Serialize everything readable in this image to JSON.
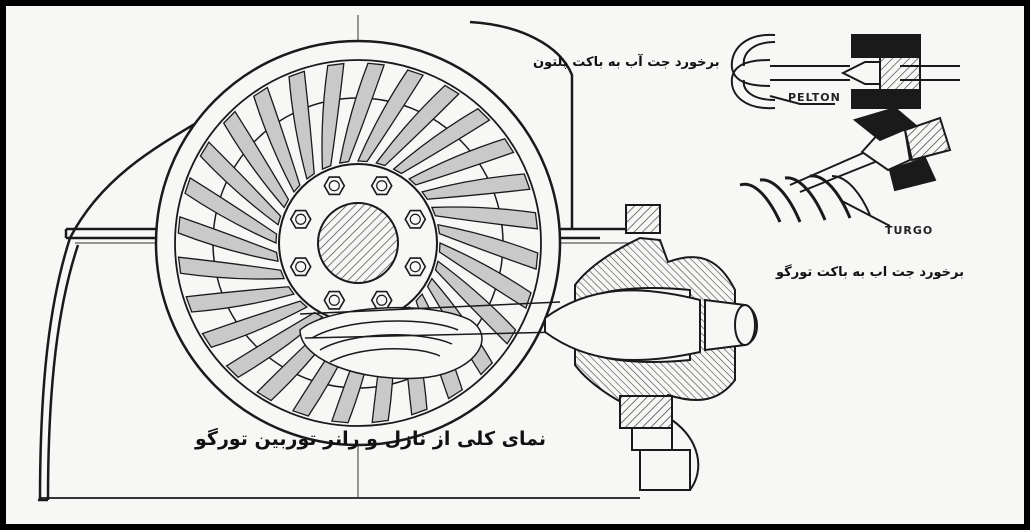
{
  "labels": {
    "main_caption": "نمای کلی از نازل و رانر توربین تورگو",
    "pelton_caption": "برخورد جت آب به باکت پلتون",
    "turgo_caption": "برخورد جت اب به باکت تورگو",
    "pelton_tag": "PELTON",
    "turgo_tag": "TURGO"
  },
  "runner": {
    "blade_count": 28,
    "bolt_count": 8
  },
  "colors": {
    "ink": "#1a1a1a",
    "paper": "#f7f7f5",
    "blade_fill": "#c9c9c9",
    "hatch": "#555555"
  }
}
